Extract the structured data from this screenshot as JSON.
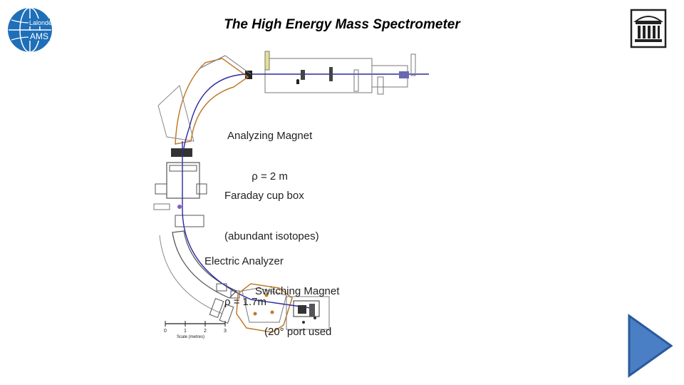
{
  "slide": {
    "title": "The High Energy Mass Spectrometer"
  },
  "logo": {
    "line1": "Lalonde",
    "line2": "AMS",
    "colors": {
      "background": "#1f6fb8",
      "text": "#ffffff"
    }
  },
  "labels": {
    "analyzing_magnet": {
      "line1": "Analyzing Magnet",
      "line2": "ρ = 2 m"
    },
    "faraday_cup": {
      "line1": "Faraday cup box",
      "line2": "(abundant isotopes)"
    },
    "electric_analyzer": {
      "line1": "Electric Analyzer",
      "line2": "ρ = 1.7m"
    },
    "switching_magnet": {
      "line1": "Switching Magnet",
      "line2": "(20° port used"
    }
  },
  "scale_bar": {
    "ticks": [
      "0",
      "1",
      "2",
      "3"
    ],
    "caption": "Scale (metres)"
  },
  "icons": {
    "university": "university-building-icon",
    "next": "play-next-icon"
  },
  "colors": {
    "magnet_outline": "#c07a2a",
    "beam_line": "#2a2aa0",
    "play_button": "#4a7fc6",
    "play_border": "#2a5a9a"
  }
}
